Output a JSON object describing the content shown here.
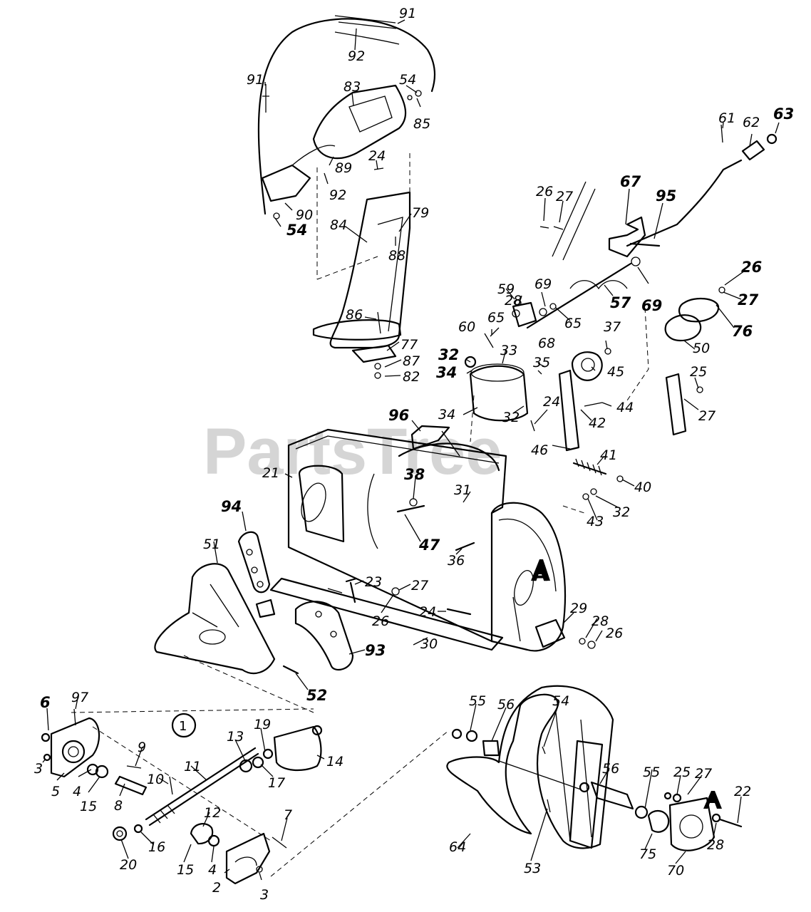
{
  "watermark": "PartsTree",
  "section_marker": "1",
  "view_marker": "A",
  "labels": [
    {
      "id": "91",
      "text": "91"
    },
    {
      "id": "92",
      "text": "92"
    },
    {
      "id": "91b",
      "text": "91"
    },
    {
      "id": "83",
      "text": "83"
    },
    {
      "id": "54",
      "text": "54"
    },
    {
      "id": "85",
      "text": "85"
    },
    {
      "id": "89",
      "text": "89"
    },
    {
      "id": "92b",
      "text": "92"
    },
    {
      "id": "24",
      "text": "24"
    },
    {
      "id": "90",
      "text": "90"
    },
    {
      "id": "54b",
      "text": "54"
    },
    {
      "id": "84",
      "text": "84"
    },
    {
      "id": "79",
      "text": "79"
    },
    {
      "id": "88",
      "text": "88"
    },
    {
      "id": "86",
      "text": "86"
    },
    {
      "id": "77",
      "text": "77"
    },
    {
      "id": "87",
      "text": "87"
    },
    {
      "id": "82",
      "text": "82"
    },
    {
      "id": "61",
      "text": "61"
    },
    {
      "id": "62",
      "text": "62"
    },
    {
      "id": "63",
      "text": "63"
    },
    {
      "id": "26",
      "text": "26"
    },
    {
      "id": "27",
      "text": "27"
    },
    {
      "id": "67",
      "text": "67"
    },
    {
      "id": "95",
      "text": "95"
    },
    {
      "id": "57",
      "text": "57"
    },
    {
      "id": "69",
      "text": "69"
    },
    {
      "id": "26b",
      "text": "26"
    },
    {
      "id": "27b",
      "text": "27"
    },
    {
      "id": "76",
      "text": "76"
    },
    {
      "id": "69b",
      "text": "69"
    },
    {
      "id": "59",
      "text": "59"
    },
    {
      "id": "28",
      "text": "28"
    },
    {
      "id": "65",
      "text": "65"
    },
    {
      "id": "65b",
      "text": "65"
    },
    {
      "id": "60",
      "text": "60"
    },
    {
      "id": "68",
      "text": "68"
    },
    {
      "id": "33",
      "text": "33"
    },
    {
      "id": "37",
      "text": "37"
    },
    {
      "id": "50",
      "text": "50"
    },
    {
      "id": "32",
      "text": "32"
    },
    {
      "id": "34",
      "text": "34"
    },
    {
      "id": "35",
      "text": "35"
    },
    {
      "id": "45",
      "text": "45"
    },
    {
      "id": "25",
      "text": "25"
    },
    {
      "id": "96",
      "text": "96"
    },
    {
      "id": "34b",
      "text": "34"
    },
    {
      "id": "32b",
      "text": "32"
    },
    {
      "id": "24b",
      "text": "24"
    },
    {
      "id": "44",
      "text": "44"
    },
    {
      "id": "42",
      "text": "42"
    },
    {
      "id": "27c",
      "text": "27"
    },
    {
      "id": "46",
      "text": "46"
    },
    {
      "id": "41",
      "text": "41"
    },
    {
      "id": "21",
      "text": "21"
    },
    {
      "id": "38",
      "text": "38"
    },
    {
      "id": "31",
      "text": "31"
    },
    {
      "id": "40",
      "text": "40"
    },
    {
      "id": "32c",
      "text": "32"
    },
    {
      "id": "43",
      "text": "43"
    },
    {
      "id": "94",
      "text": "94"
    },
    {
      "id": "47",
      "text": "47"
    },
    {
      "id": "36",
      "text": "36"
    },
    {
      "id": "51",
      "text": "51"
    },
    {
      "id": "23",
      "text": "23"
    },
    {
      "id": "27d",
      "text": "27"
    },
    {
      "id": "26c",
      "text": "26"
    },
    {
      "id": "24c",
      "text": "24"
    },
    {
      "id": "29",
      "text": "29"
    },
    {
      "id": "28b",
      "text": "28"
    },
    {
      "id": "26d",
      "text": "26"
    },
    {
      "id": "93",
      "text": "93"
    },
    {
      "id": "30",
      "text": "30"
    },
    {
      "id": "52",
      "text": "52"
    },
    {
      "id": "6",
      "text": "6"
    },
    {
      "id": "97",
      "text": "97"
    },
    {
      "id": "3",
      "text": "3"
    },
    {
      "id": "5",
      "text": "5"
    },
    {
      "id": "4",
      "text": "4"
    },
    {
      "id": "15",
      "text": "15"
    },
    {
      "id": "9",
      "text": "9"
    },
    {
      "id": "8",
      "text": "8"
    },
    {
      "id": "10",
      "text": "10"
    },
    {
      "id": "11",
      "text": "11"
    },
    {
      "id": "13",
      "text": "13"
    },
    {
      "id": "19",
      "text": "19"
    },
    {
      "id": "17",
      "text": "17"
    },
    {
      "id": "14",
      "text": "14"
    },
    {
      "id": "12",
      "text": "12"
    },
    {
      "id": "15b",
      "text": "15"
    },
    {
      "id": "4b",
      "text": "4"
    },
    {
      "id": "7",
      "text": "7"
    },
    {
      "id": "20",
      "text": "20"
    },
    {
      "id": "16",
      "text": "16"
    },
    {
      "id": "2",
      "text": "2"
    },
    {
      "id": "3b",
      "text": "3"
    },
    {
      "id": "55",
      "text": "55"
    },
    {
      "id": "56",
      "text": "56"
    },
    {
      "id": "54c",
      "text": "54"
    },
    {
      "id": "56b",
      "text": "56"
    },
    {
      "id": "55b",
      "text": "55"
    },
    {
      "id": "25b",
      "text": "25"
    },
    {
      "id": "27e",
      "text": "27"
    },
    {
      "id": "22",
      "text": "22"
    },
    {
      "id": "64",
      "text": "64"
    },
    {
      "id": "53",
      "text": "53"
    },
    {
      "id": "75",
      "text": "75"
    },
    {
      "id": "28c",
      "text": "28"
    },
    {
      "id": "70",
      "text": "70"
    }
  ]
}
